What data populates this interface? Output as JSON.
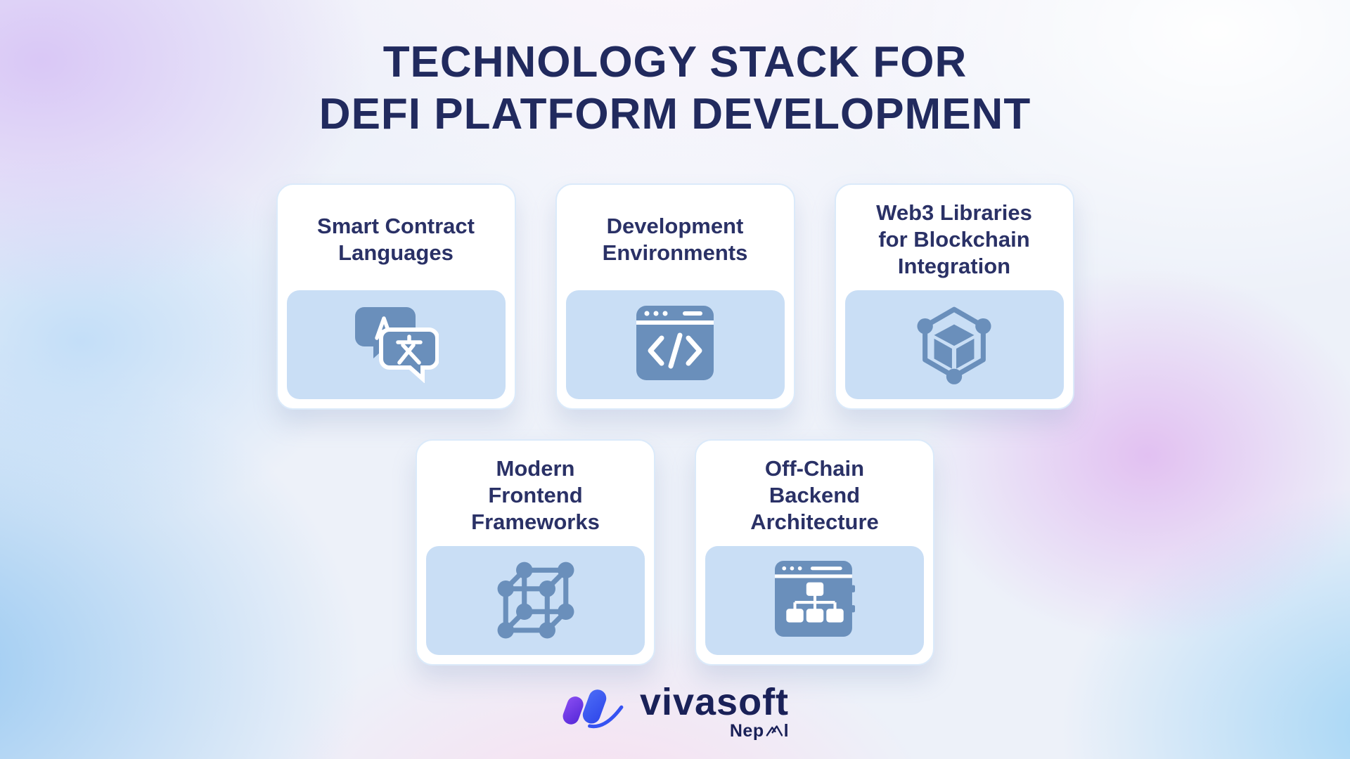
{
  "page": {
    "title_line1": "TECHNOLOGY STACK FOR",
    "title_line2": "DEFI PLATFORM DEVELOPMENT"
  },
  "cards": [
    {
      "id": "smart-contract-languages",
      "icon": "translation-chat-icon",
      "lines": [
        "Smart Contract",
        "Languages"
      ]
    },
    {
      "id": "development-environments",
      "icon": "code-window-icon",
      "lines": [
        "Development",
        "Environments"
      ]
    },
    {
      "id": "web3-libraries",
      "icon": "blockchain-cube-icon",
      "lines": [
        "Web3 Libraries",
        "for Blockchain",
        "Integration"
      ]
    },
    {
      "id": "modern-frontend-frameworks",
      "icon": "lattice-cube-icon",
      "lines": [
        "Modern",
        "Frontend",
        "Frameworks"
      ]
    },
    {
      "id": "offchain-backend-architecture",
      "icon": "sitemap-window-icon",
      "lines": [
        "Off-Chain",
        "Backend",
        "Architecture"
      ]
    }
  ],
  "footer": {
    "brand": "vivasoft",
    "region": "Nepal",
    "region_prefix": "Nep",
    "region_suffix": "l",
    "mountain_icon": "mountain-icon"
  },
  "colors": {
    "heading_navy": "#212a5e",
    "card_title_navy": "#2a3166",
    "icon_slate_blue": "#6a8fbb",
    "panel_light_blue": "#c9def5",
    "card_border": "#dbeafa",
    "logo_purple": "#6a35e8",
    "logo_blue": "#3653f2"
  }
}
